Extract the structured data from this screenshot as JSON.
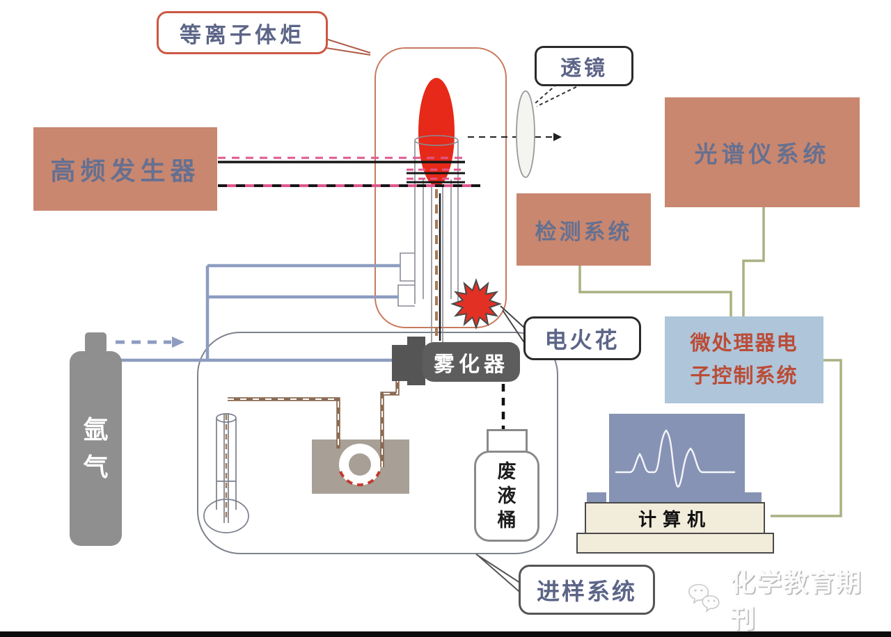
{
  "diagram": {
    "callouts": {
      "plasma_torch": "等离子体炬",
      "lens": "透镜",
      "spark": "电火花",
      "sampling_system": "进样系统"
    },
    "boxes": {
      "hf_generator": "高频发生器",
      "spectrometer": "光谱仪系统",
      "detection": "检测系统",
      "microprocessor": "微处理器电\n子控制系统"
    },
    "devices": {
      "nebulizer": "雾化器",
      "argon": "氩\n气",
      "waste_bucket": "废\n液\n桶",
      "computer": "计算机"
    },
    "watermark": "化学教育期刊",
    "colors": {
      "box_salmon": "#c9876f",
      "box_text_blue": "#667090",
      "control_box_blue": "#aec5da",
      "control_text_red": "#bb4c36",
      "flame_red": "#e62918",
      "spark_red": "#e33024",
      "connector_green": "#a9b181",
      "gas_line_blue": "#8d9cc0",
      "coil_pink": "#e0568c",
      "torch_border": "#c87a5e",
      "callout_orange": "#cc5743",
      "device_gray": "#5d5d5d",
      "cylinder_gray": "#8f8f8f",
      "computer_screen": "#8793b4",
      "computer_base": "#f2ecda"
    }
  }
}
